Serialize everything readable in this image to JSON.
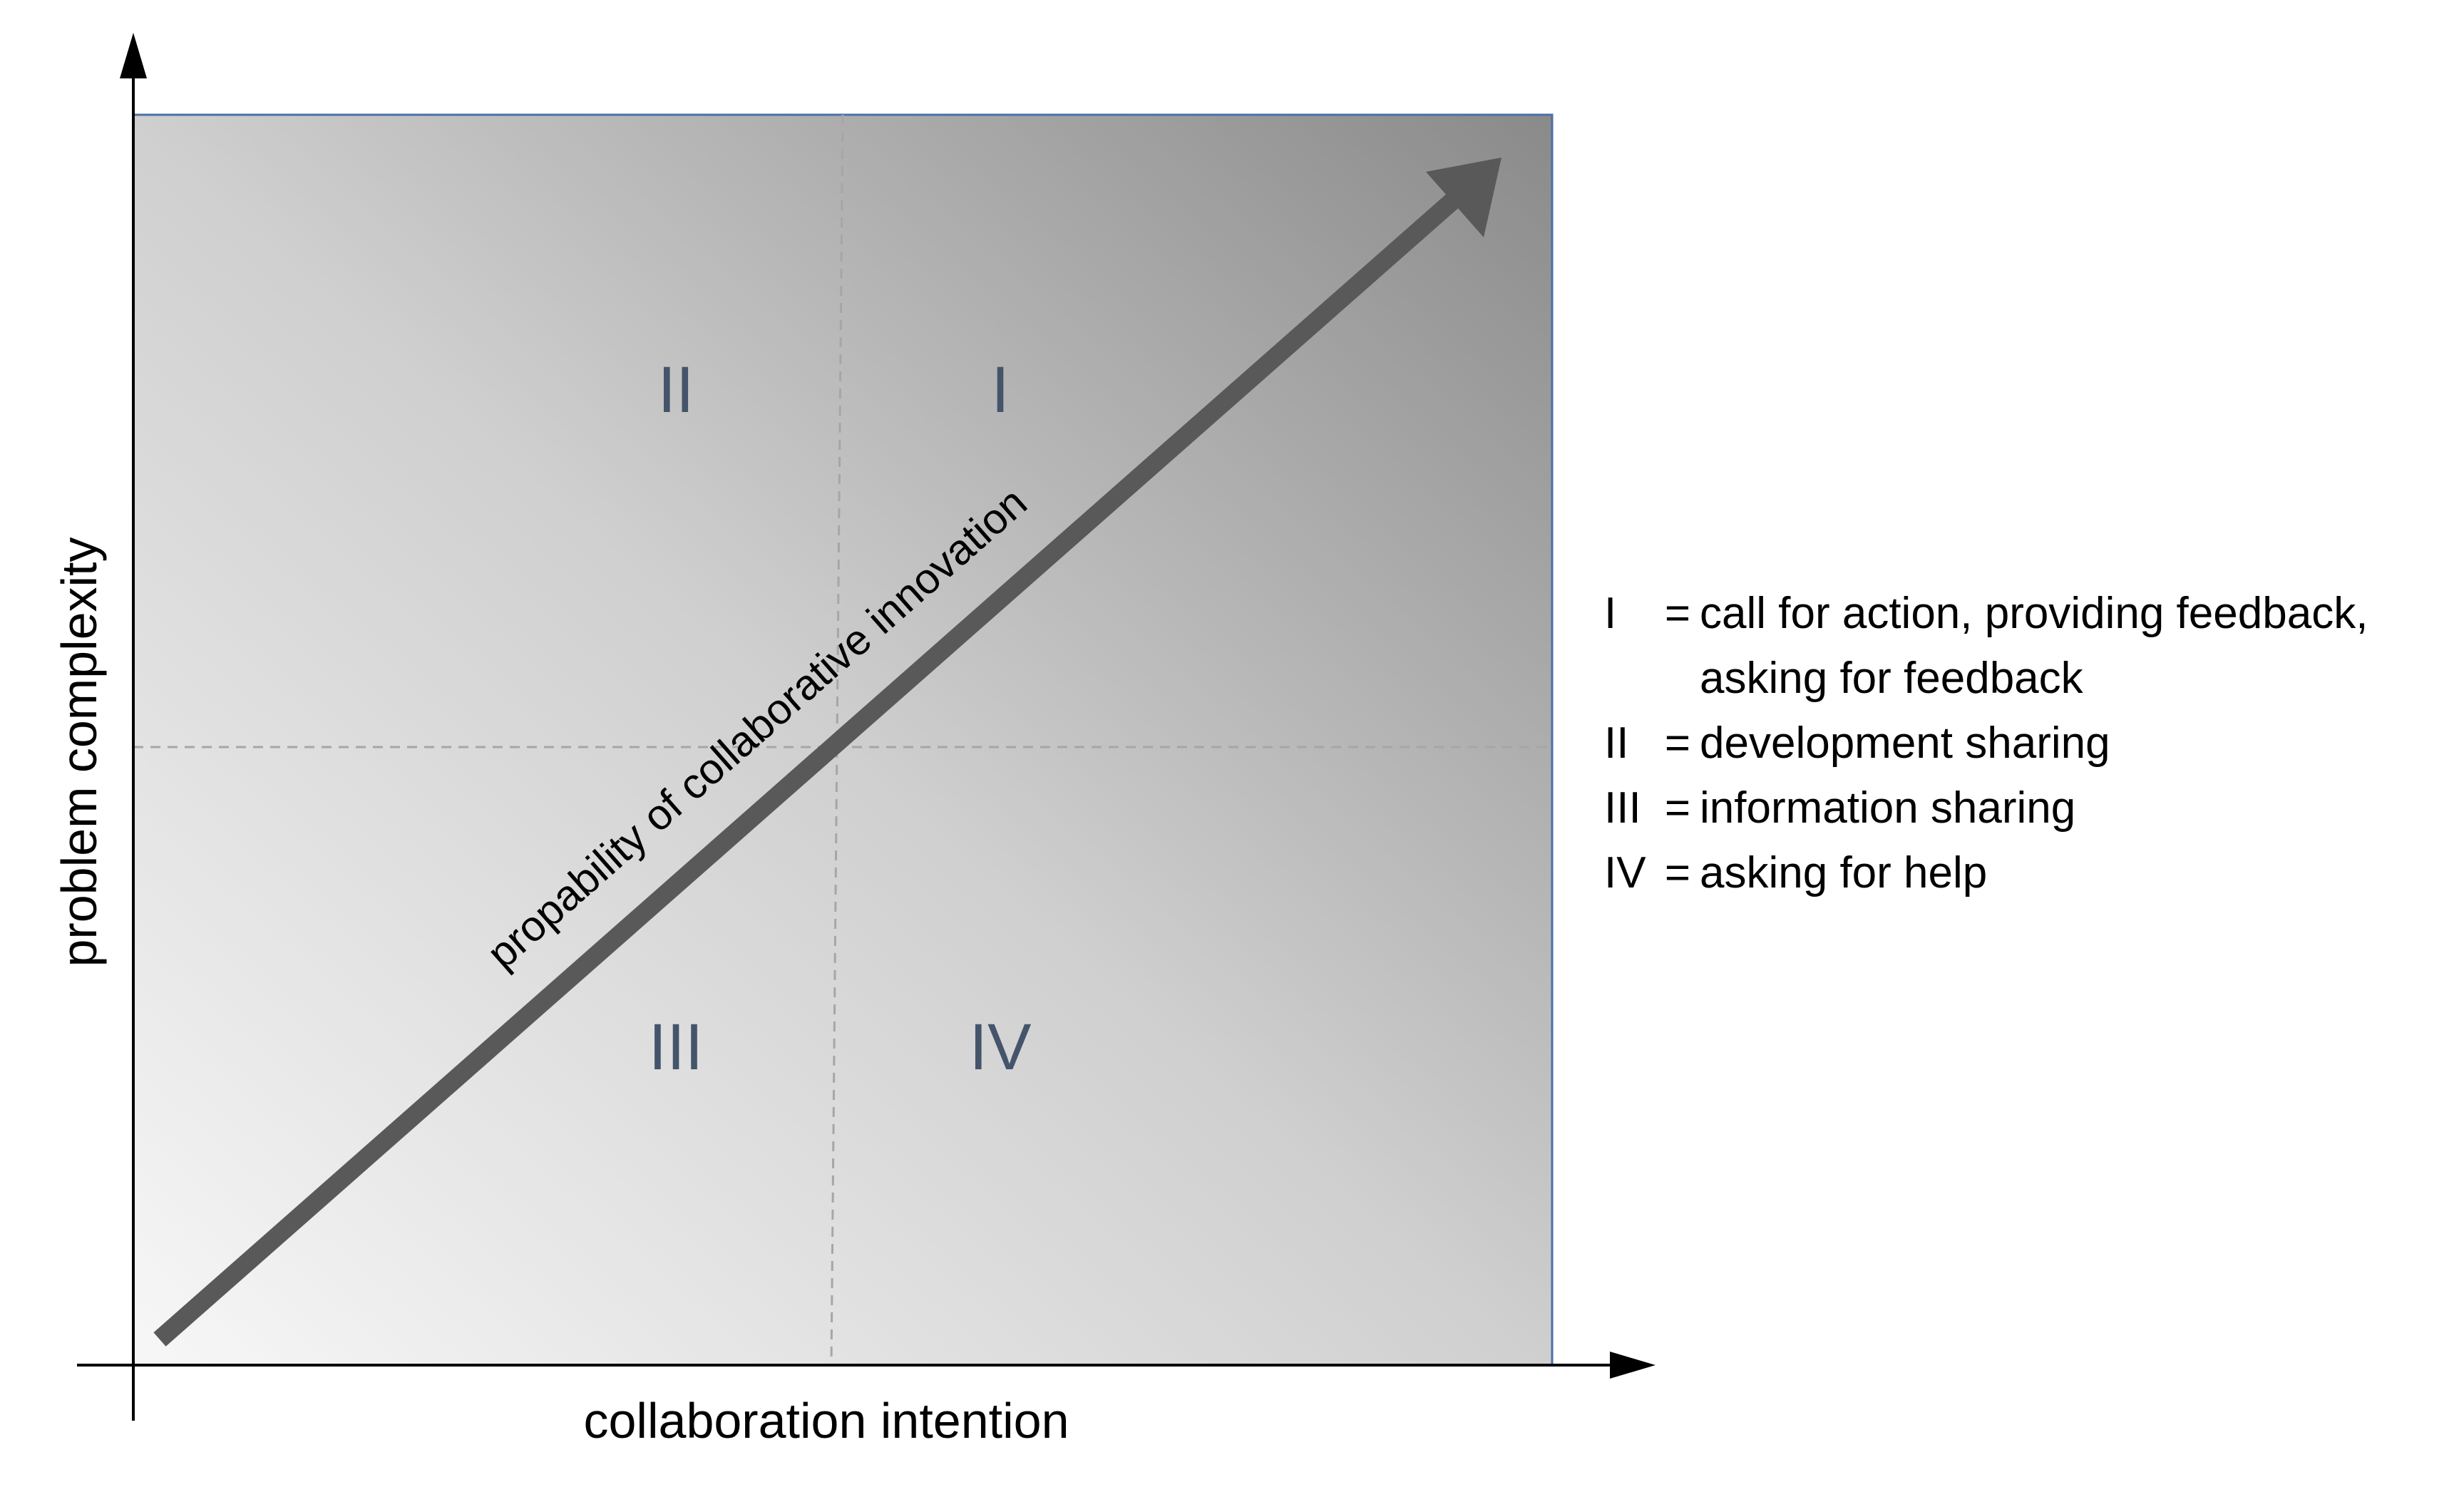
{
  "axes": {
    "x_label": "collaboration intention",
    "y_label": "problem complexity"
  },
  "arrow_label": "propability of collaborative innovation",
  "quadrants": [
    {
      "id": "I",
      "label": "I"
    },
    {
      "id": "II",
      "label": "II"
    },
    {
      "id": "III",
      "label": "III"
    },
    {
      "id": "IV",
      "label": "IV"
    }
  ],
  "legend": [
    {
      "key": "I",
      "sep": "=",
      "text": "call for action, providing feedback,",
      "continuation": "asking for feedback"
    },
    {
      "key": "II",
      "sep": "=",
      "text": "development sharing",
      "continuation": ""
    },
    {
      "key": "III",
      "sep": "=",
      "text": "information sharing",
      "continuation": ""
    },
    {
      "key": "IV",
      "sep": "=",
      "text": "asking for help",
      "continuation": ""
    }
  ],
  "colors": {
    "gradient_light": "#f7f7f7",
    "gradient_dark": "#8a8a8a",
    "frame": "#4a6fa8",
    "arrow": "#595959",
    "quadrant_text": "#44546a",
    "axis": "#000000",
    "divider": "#a6a6a6"
  }
}
